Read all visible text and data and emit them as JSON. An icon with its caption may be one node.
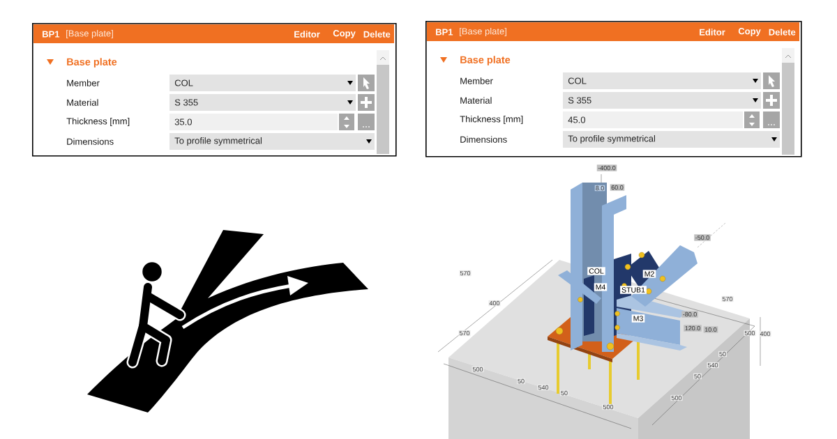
{
  "diagram": {
    "nodes": [
      {
        "text": [
          "BP1",
          "[Base plate]",
          "Editor",
          "Copy",
          "Delete",
          "Base plate",
          "Member",
          "COL",
          "Material",
          "S 355",
          "Thickness [mm]",
          "35.0",
          "Dimensions",
          "To profile symmetrical"
        ]
      },
      {
        "text": [
          "BP1",
          "[Base plate]",
          "Editor",
          "Copy",
          "Delete",
          "Base plate",
          "Member",
          "COL",
          "Material",
          "S 355",
          "Thickness [mm]",
          "45.0",
          "Dimensions",
          "To profile symmetrical"
        ]
      }
    ],
    "labels": [
      "-400.0",
      "8.0",
      "60.0",
      "-50.0",
      "570",
      "COL",
      "M2",
      "M4",
      "STUB1",
      "570",
      "400",
      "M3",
      "-80.0",
      "120.0",
      "10.0",
      "570",
      "500",
      "400",
      "50",
      "540",
      "500",
      "50",
      "50",
      "540",
      "50",
      "500",
      "500"
    ]
  }
}
